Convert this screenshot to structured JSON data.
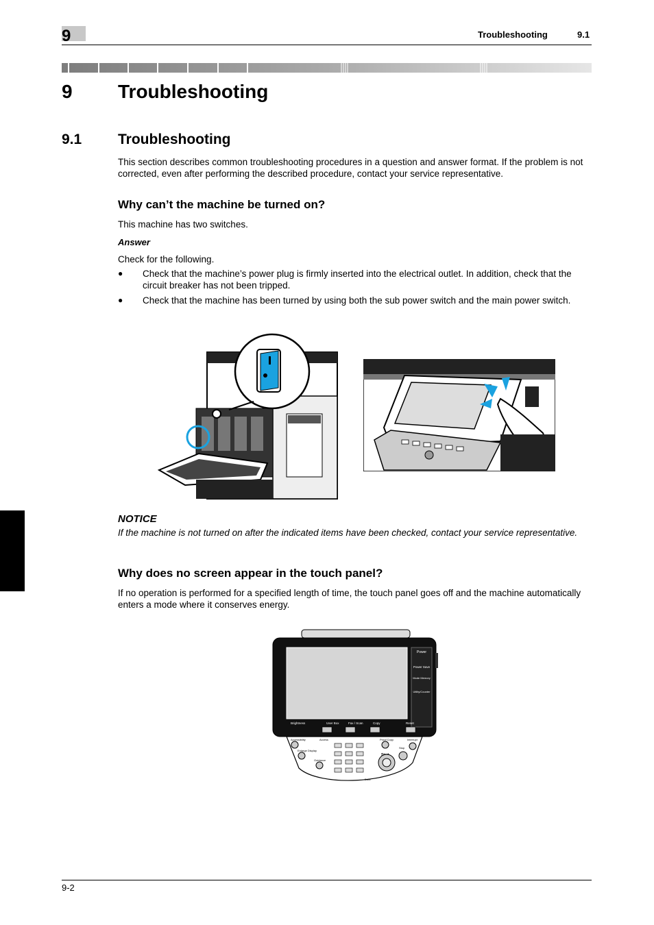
{
  "header": {
    "chapter_number": "9",
    "running_title": "Troubleshooting",
    "section_number": "9.1"
  },
  "chapter": {
    "number": "9",
    "title": "Troubleshooting"
  },
  "section": {
    "number": "9.1",
    "title": "Troubleshooting",
    "intro": "This section describes common troubleshooting procedures in a question and answer format. If the problem is not corrected, even after performing the described procedure, contact your service representative."
  },
  "q1": {
    "heading": "Why can’t the machine be turned on?",
    "statement": "This machine has two switches.",
    "answer_label": "Answer",
    "answer_intro": "Check for the following.",
    "bullet_symbol": "●",
    "bullets": [
      "Check that the machine’s power plug is firmly inserted into the electrical outlet. In addition, check that the circuit breaker has not been tripped.",
      "Check that the machine has been turned by using both the sub power switch and the main power switch."
    ]
  },
  "notice": {
    "label": "NOTICE",
    "text": "If the machine is not turned on after the indicated items have been checked, contact your service representative."
  },
  "q2": {
    "heading": "Why does no screen appear in the touch panel?",
    "text": "If no operation is performed for a specified length of time, the touch panel goes off and the machine automatically enters a mode where it conserves energy."
  },
  "control_panel": {
    "buttons": {
      "power": "Power",
      "power_save": "Power Save",
      "mode_memory": "Mode Memory",
      "utility": "Utility/Counter",
      "brightness": "Brightness",
      "user_box": "User Box",
      "fax_scan": "Fax / Scan",
      "copy": "Copy",
      "reset": "Reset",
      "accessibility": "Accessibility",
      "access": "Access",
      "proof_copy": "Proof Copy",
      "interrupt": "Interrupt",
      "enlarge_display": "Enlarge Display",
      "guidance": "Guidance",
      "stop": "Stop",
      "start": "Start",
      "data": "Data"
    }
  },
  "footer": {
    "page": "9-2"
  }
}
